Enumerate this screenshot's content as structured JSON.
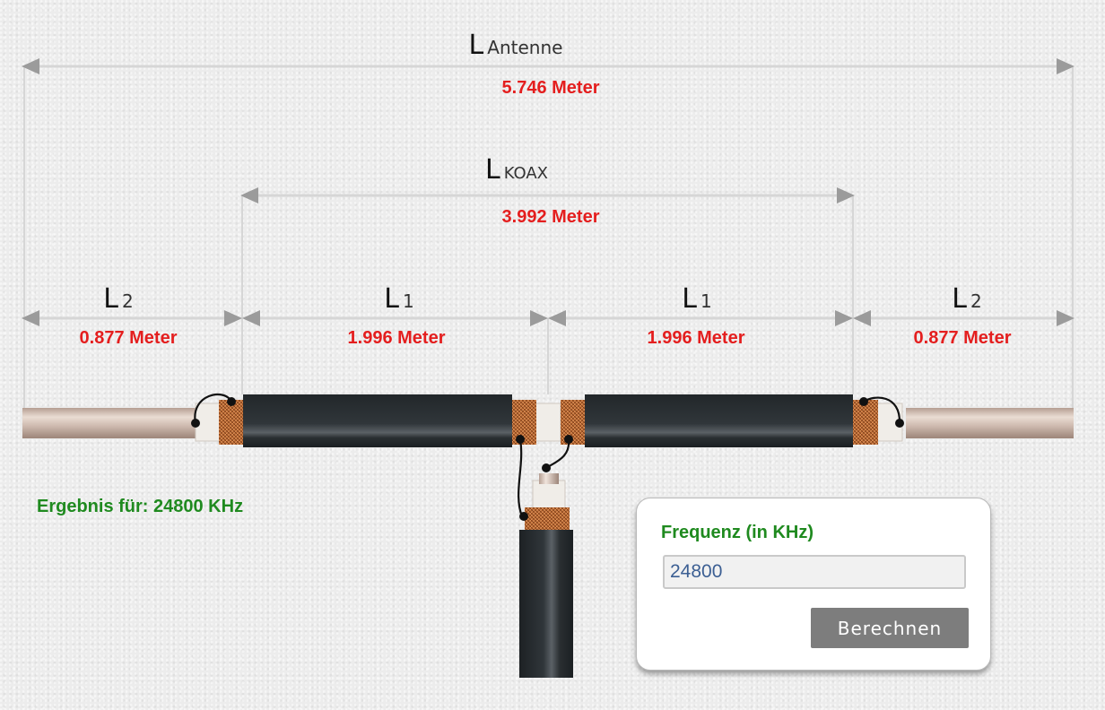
{
  "antenne": {
    "L": "L",
    "sub": "Antenne",
    "value": "5.746 Meter"
  },
  "koax": {
    "L": "L",
    "sub": "KOAX",
    "value": "3.992 Meter"
  },
  "segments": [
    {
      "L": "L",
      "sub": "2",
      "value": "0.877 Meter"
    },
    {
      "L": "L",
      "sub": "1",
      "value": "1.996 Meter"
    },
    {
      "L": "L",
      "sub": "1",
      "value": "1.996 Meter"
    },
    {
      "L": "L",
      "sub": "2",
      "value": "0.877 Meter"
    }
  ],
  "result": {
    "text": "Ergebnis für: 24800 KHz"
  },
  "form": {
    "label": "Frequenz (in KHz)",
    "value": "24800",
    "button": "Berechnen"
  },
  "colors": {
    "value_red": "#e41e1e",
    "label_green": "#1f8a1f",
    "cable_black": "#2c3034",
    "copper": "#b5652f",
    "button_gray": "#7d7d7d",
    "input_text": "#3c5f93"
  }
}
